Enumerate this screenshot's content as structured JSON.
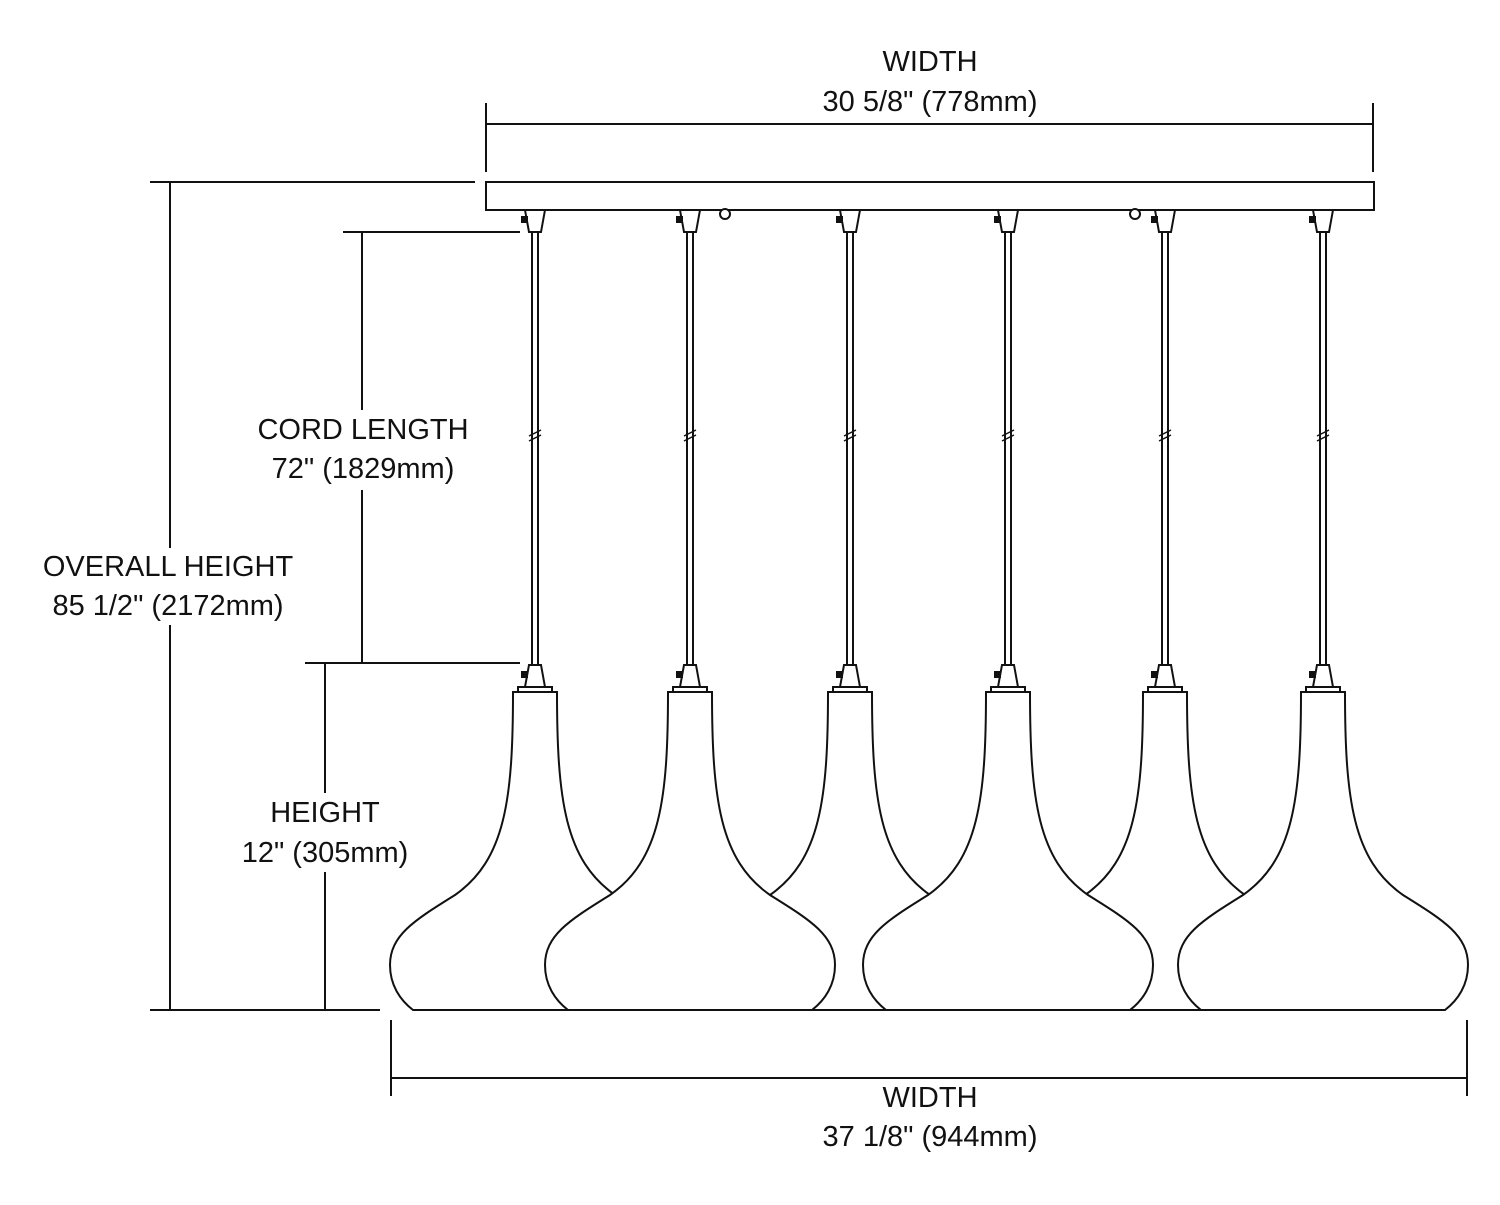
{
  "dimensions": {
    "top_width": {
      "label": "WIDTH",
      "value": "30 5/8\" (778mm)"
    },
    "overall_height": {
      "label": "OVERALL HEIGHT",
      "value": "85 1/2\" (2172mm)"
    },
    "cord_length": {
      "label": "CORD LENGTH",
      "value": "72\" (1829mm)"
    },
    "height": {
      "label": "HEIGHT",
      "value": "12\" (305mm)"
    },
    "bottom_width": {
      "label": "WIDTH",
      "value": "37 1/8\" (944mm)"
    }
  },
  "colors": {
    "line": "#111111",
    "background": "#ffffff"
  }
}
